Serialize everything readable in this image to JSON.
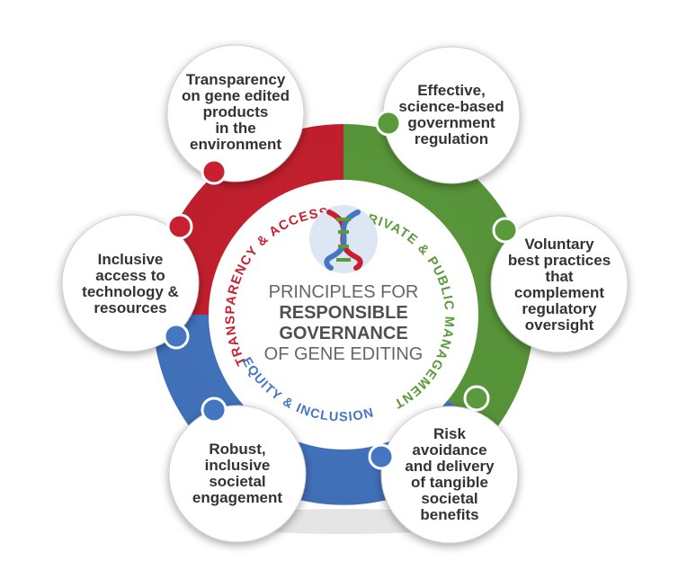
{
  "colors": {
    "transparency": "#c8202f",
    "private_public": "#5b9a3b",
    "equity": "#4476c2"
  },
  "center": {
    "icon": "dna-icon",
    "line1": "PRINCIPLES FOR",
    "line2": "RESPONSIBLE",
    "line3": "GOVERNANCE",
    "line4": "OF GENE EDITING"
  },
  "arc_labels": {
    "transparency": "TRANSPARENCY & ACCESS",
    "private_public": "PRIVATE & PUBLIC MANAGEMENT",
    "equity": "EQUITY & INCLUSION"
  },
  "principles": [
    {
      "id": "transparency-products",
      "lines": [
        "Transparency",
        "on gene edited",
        "products",
        "in the",
        "environment"
      ]
    },
    {
      "id": "science-regulation",
      "lines": [
        "Effective,",
        "science-based",
        "government",
        "regulation"
      ]
    },
    {
      "id": "voluntary-practices",
      "lines": [
        "Voluntary",
        "best practices",
        "that",
        "complement",
        "regulatory",
        "oversight"
      ]
    },
    {
      "id": "risk-avoidance",
      "lines": [
        "Risk",
        "avoidance",
        "and delivery",
        "of tangible",
        "societal",
        "benefits"
      ]
    },
    {
      "id": "societal-engagement",
      "lines": [
        "Robust,",
        "inclusive",
        "societal",
        "engagement"
      ]
    },
    {
      "id": "inclusive-access",
      "lines": [
        "Inclusive",
        "access to",
        "technology &",
        "resources"
      ]
    }
  ]
}
